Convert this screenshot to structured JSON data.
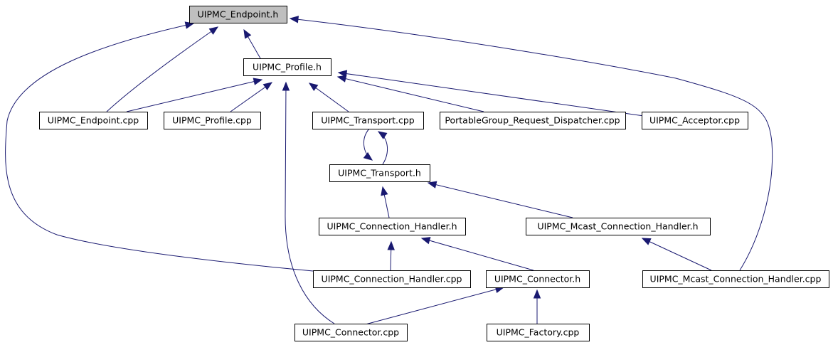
{
  "nodes": [
    {
      "id": "uipmc_endpoint_h",
      "label": "UIPMC_Endpoint.h",
      "root": true
    },
    {
      "id": "uipmc_profile_h",
      "label": "UIPMC_Profile.h"
    },
    {
      "id": "uipmc_endpoint_cpp",
      "label": "UIPMC_Endpoint.cpp"
    },
    {
      "id": "uipmc_profile_cpp",
      "label": "UIPMC_Profile.cpp"
    },
    {
      "id": "uipmc_transport_cpp",
      "label": "UIPMC_Transport.cpp"
    },
    {
      "id": "portablegroup_request_dispatcher_cpp",
      "label": "PortableGroup_Request_Dispatcher.cpp"
    },
    {
      "id": "uipmc_acceptor_cpp",
      "label": "UIPMC_Acceptor.cpp"
    },
    {
      "id": "uipmc_transport_h",
      "label": "UIPMC_Transport.h"
    },
    {
      "id": "uipmc_connection_handler_h",
      "label": "UIPMC_Connection_Handler.h"
    },
    {
      "id": "uipmc_mcast_connection_handler_h",
      "label": "UIPMC_Mcast_Connection_Handler.h"
    },
    {
      "id": "uipmc_connection_handler_cpp",
      "label": "UIPMC_Connection_Handler.cpp"
    },
    {
      "id": "uipmc_connector_h",
      "label": "UIPMC_Connector.h"
    },
    {
      "id": "uipmc_mcast_connection_handler_cpp",
      "label": "UIPMC_Mcast_Connection_Handler.cpp"
    },
    {
      "id": "uipmc_connector_cpp",
      "label": "UIPMC_Connector.cpp"
    },
    {
      "id": "uipmc_factory_cpp",
      "label": "UIPMC_Factory.cpp"
    }
  ],
  "edges": [
    {
      "from": "uipmc_profile_h",
      "to": "uipmc_endpoint_h"
    },
    {
      "from": "uipmc_endpoint_cpp",
      "to": "uipmc_endpoint_h"
    },
    {
      "from": "uipmc_connection_handler_cpp",
      "to": "uipmc_endpoint_h"
    },
    {
      "from": "uipmc_mcast_connection_handler_cpp",
      "to": "uipmc_endpoint_h"
    },
    {
      "from": "uipmc_endpoint_cpp",
      "to": "uipmc_profile_h"
    },
    {
      "from": "uipmc_profile_cpp",
      "to": "uipmc_profile_h"
    },
    {
      "from": "uipmc_transport_cpp",
      "to": "uipmc_profile_h"
    },
    {
      "from": "portablegroup_request_dispatcher_cpp",
      "to": "uipmc_profile_h"
    },
    {
      "from": "uipmc_acceptor_cpp",
      "to": "uipmc_profile_h"
    },
    {
      "from": "uipmc_connector_cpp",
      "to": "uipmc_profile_h"
    },
    {
      "from": "uipmc_transport_cpp",
      "to": "uipmc_transport_h"
    },
    {
      "from": "uipmc_transport_h",
      "to": "uipmc_transport_cpp"
    },
    {
      "from": "uipmc_connection_handler_h",
      "to": "uipmc_transport_h"
    },
    {
      "from": "uipmc_mcast_connection_handler_h",
      "to": "uipmc_transport_h"
    },
    {
      "from": "uipmc_connection_handler_cpp",
      "to": "uipmc_connection_handler_h"
    },
    {
      "from": "uipmc_connector_h",
      "to": "uipmc_connection_handler_h"
    },
    {
      "from": "uipmc_mcast_connection_handler_cpp",
      "to": "uipmc_mcast_connection_handler_h"
    },
    {
      "from": "uipmc_connector_cpp",
      "to": "uipmc_connector_h"
    },
    {
      "from": "uipmc_factory_cpp",
      "to": "uipmc_connector_h"
    }
  ],
  "colors": {
    "edge": "#191970",
    "root_fill": "#bfbfbf",
    "node_fill": "#ffffff",
    "node_stroke": "#000000"
  }
}
